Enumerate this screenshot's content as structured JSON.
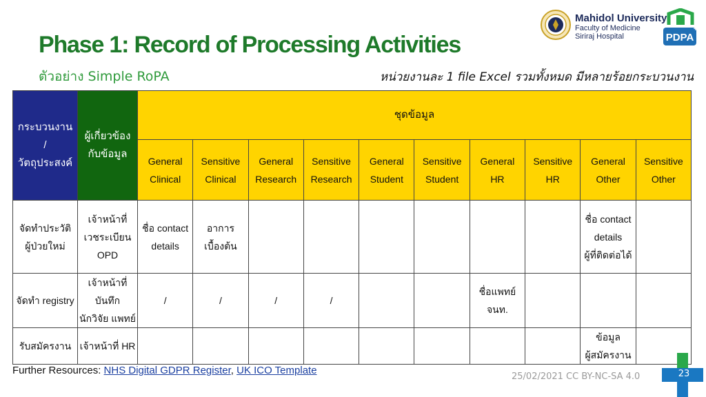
{
  "slide": {
    "title": "Phase 1: Record of Processing Activities",
    "subtitle": "ตัวอย่าง Simple RoPA",
    "note": "หน่วยงานละ 1 file Excel รวมทั้งหมด มีหลายร้อยกระบวนงาน",
    "page_number": "23",
    "footer": "25/02/2021   CC BY-NC-SA 4.0"
  },
  "logo": {
    "university": "Mahidol University",
    "faculty": "Faculty of Medicine",
    "hospital": "Siriraj Hospital",
    "pdpa_badge": "PDPA",
    "colors": {
      "navy": "#1c2a5a",
      "green": "#2f9a3b",
      "gold": "#c9a227"
    }
  },
  "table": {
    "col1_header": [
      "กระบวนงาน",
      "/",
      "วัตถุประสงค์"
    ],
    "col2_header": [
      "ผู้เกี่ยวข้อง",
      "กับข้อมูล"
    ],
    "group_header": "ชุดข้อมูล",
    "data_headers": [
      [
        "General",
        "Clinical"
      ],
      [
        "Sensitive",
        "Clinical"
      ],
      [
        "General",
        "Research"
      ],
      [
        "Sensitive",
        "Research"
      ],
      [
        "General",
        "Student"
      ],
      [
        "Sensitive",
        "Student"
      ],
      [
        "General",
        "HR"
      ],
      [
        "Sensitive",
        "HR"
      ],
      [
        "General",
        "Other"
      ],
      [
        "Sensitive",
        "Other"
      ]
    ],
    "rows": [
      {
        "process": [
          "จัดทำประวัติ",
          "ผู้ป่วยใหม่"
        ],
        "actor": [
          "เจ้าหน้าที่",
          "เวชระเบียน",
          "OPD"
        ],
        "cells": [
          [
            "ชื่อ contact",
            "details"
          ],
          [
            "อาการ",
            "เบื้องต้น"
          ],
          [],
          [],
          [],
          [],
          [],
          [],
          [
            "ชื่อ contact",
            "details",
            "ผู้ที่ติดต่อได้"
          ],
          []
        ]
      },
      {
        "process": [
          "จัดทำ registry"
        ],
        "actor": [
          "เจ้าหน้าที่บันทึก",
          "นักวิจัย แพทย์"
        ],
        "cells": [
          [
            "/"
          ],
          [
            "/"
          ],
          [
            "/"
          ],
          [
            "/"
          ],
          [],
          [],
          [
            "ชื่อแพทย์",
            "จนท."
          ],
          [],
          [],
          []
        ]
      },
      {
        "process": [
          "รับสมัครงาน"
        ],
        "actor": [
          "เจ้าหน้าที่ HR"
        ],
        "cells": [
          [],
          [],
          [],
          [],
          [],
          [],
          [],
          [],
          [
            "ข้อมูล",
            "ผู้สมัครงาน"
          ],
          []
        ]
      }
    ]
  },
  "resources": {
    "label": "Further Resources: ",
    "link1": "NHS Digital GDPR Register",
    "sep": ", ",
    "link2": "UK ICO Template"
  },
  "colors": {
    "title_green": "#1e7a2a",
    "header_yellow": "#ffd400",
    "header_green": "#11660f",
    "header_blue": "#1f2a8a",
    "cross_blue": "#1a78c2",
    "cross_green": "#2aa84a"
  }
}
